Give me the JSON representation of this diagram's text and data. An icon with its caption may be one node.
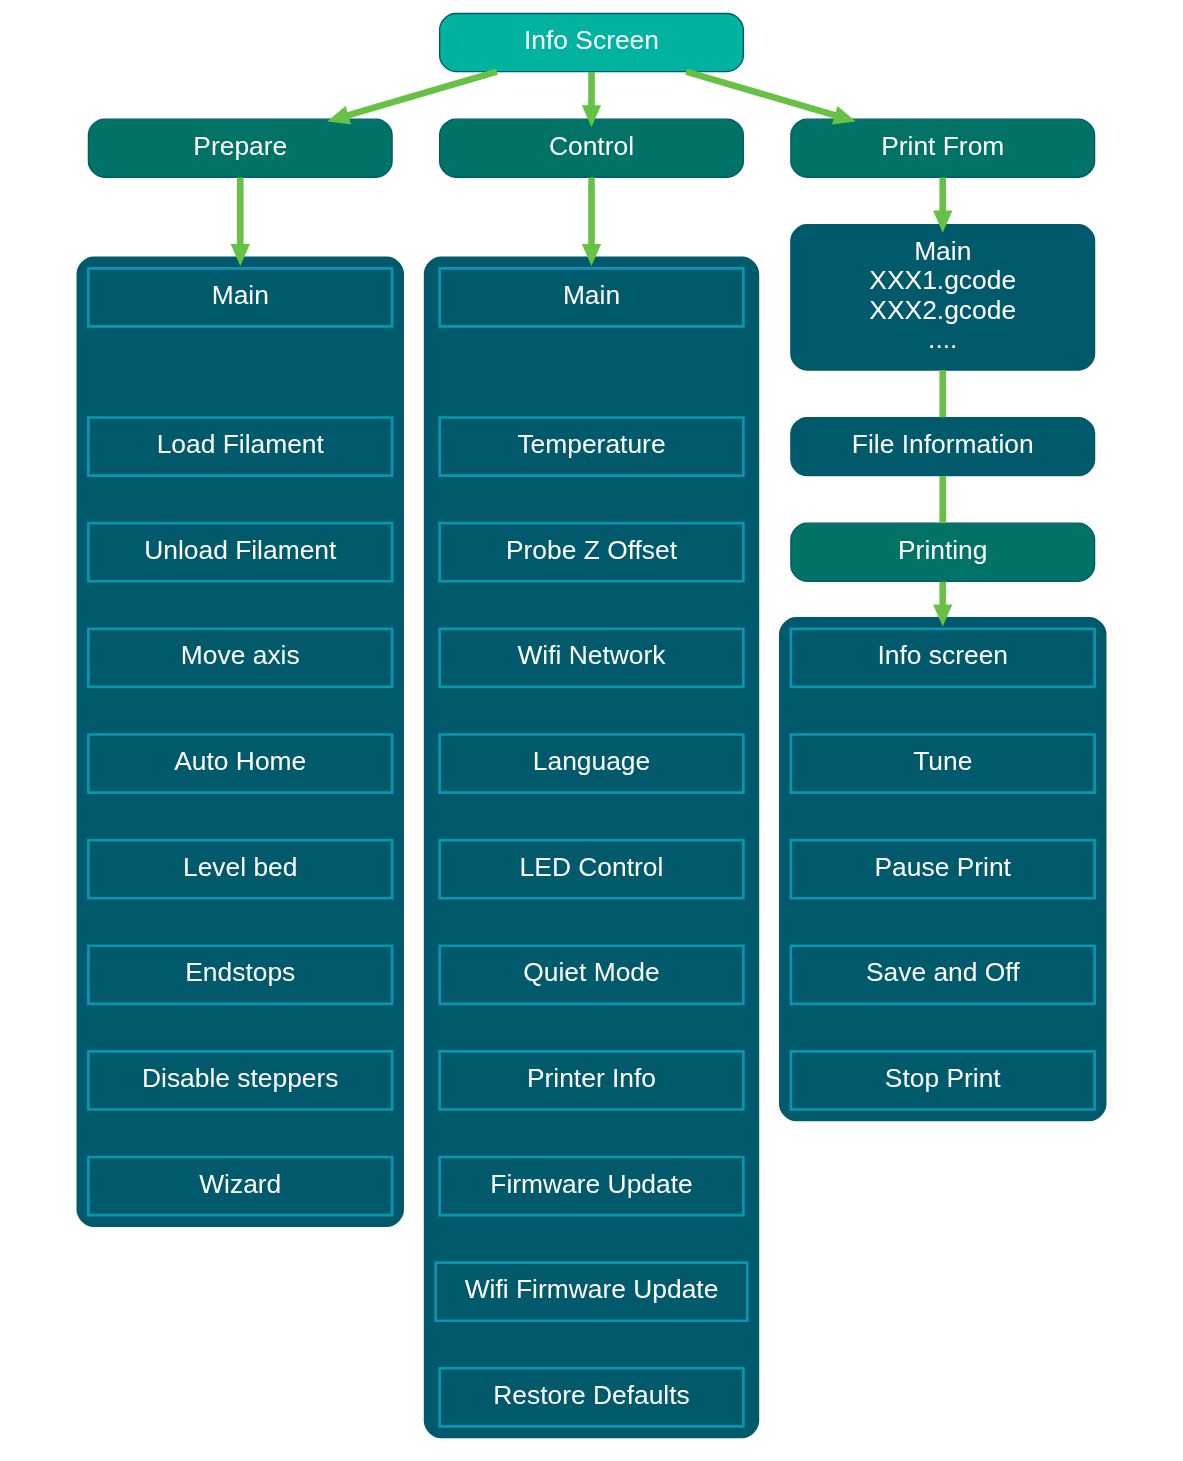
{
  "diagram": {
    "nodes": [
      {
        "text": [
          "Info Screen"
        ]
      },
      {
        "text": [
          "Prepare"
        ]
      },
      {
        "text": [
          "Control"
        ]
      },
      {
        "text": [
          "Print From"
        ]
      },
      {
        "text": [],
        "shape": "box"
      },
      {
        "text": [
          "Main"
        ],
        "in": 4
      },
      {
        "text": [
          "Load Filament"
        ],
        "in": 4
      },
      {
        "text": [
          "Unload Filament"
        ],
        "in": 4
      },
      {
        "text": [
          "Move axis"
        ],
        "in": 4
      },
      {
        "text": [
          "Auto Home"
        ],
        "in": 4
      },
      {
        "text": [
          "Level bed"
        ],
        "in": 4
      },
      {
        "text": [
          "Endstops"
        ],
        "in": 4
      },
      {
        "text": [
          "Disable steppers"
        ],
        "in": 4
      },
      {
        "text": [
          "Wizard"
        ],
        "in": 4
      },
      {
        "text": [],
        "shape": "box"
      },
      {
        "text": [
          "Main"
        ],
        "in": 14
      },
      {
        "text": [
          "Temperature"
        ],
        "in": 14
      },
      {
        "text": [
          "Probe Z Offset"
        ],
        "in": 14
      },
      {
        "text": [
          "Wifi Network"
        ],
        "in": 14
      },
      {
        "text": [
          "Language"
        ],
        "in": 14
      },
      {
        "text": [
          "LED Control"
        ],
        "in": 14
      },
      {
        "text": [
          "Quiet Mode"
        ],
        "in": 14
      },
      {
        "text": [
          "Printer Info"
        ],
        "in": 14
      },
      {
        "text": [
          "Firmware Update"
        ],
        "in": 14
      },
      {
        "text": [
          "Wifi Firmware Update"
        ],
        "in": 14
      },
      {
        "text": [
          "Restore Defaults"
        ],
        "in": 14
      },
      {
        "text": [
          "Main",
          "XXX1.gcode",
          "XXX2.gcode",
          "...."
        ]
      },
      {
        "text": [
          "File Information"
        ]
      },
      {
        "text": [
          "Printing"
        ]
      },
      {
        "text": [],
        "shape": "box"
      },
      {
        "text": [
          "Info screen"
        ],
        "in": 29
      },
      {
        "text": [
          "Tune"
        ],
        "in": 29
      },
      {
        "text": [
          "Pause Print"
        ],
        "in": 29
      },
      {
        "text": [
          "Save and Off"
        ],
        "in": 29
      },
      {
        "text": [
          "Stop Print"
        ],
        "in": 29
      }
    ],
    "edges": [
      {
        "from": 0,
        "to": 1,
        "arrow": "to"
      },
      {
        "from": 0,
        "to": 2,
        "arrow": "to"
      },
      {
        "from": 0,
        "to": 3,
        "arrow": "to"
      },
      {
        "from": 1,
        "to": 4,
        "arrow": "to"
      },
      {
        "from": 2,
        "to": 14,
        "arrow": "to"
      },
      {
        "from": 3,
        "to": 26,
        "arrow": "to"
      },
      {
        "from": 26,
        "to": 27,
        "arrow": "none"
      },
      {
        "from": 27,
        "to": 28,
        "arrow": "none"
      },
      {
        "from": 28,
        "to": 29,
        "arrow": "to"
      }
    ]
  }
}
